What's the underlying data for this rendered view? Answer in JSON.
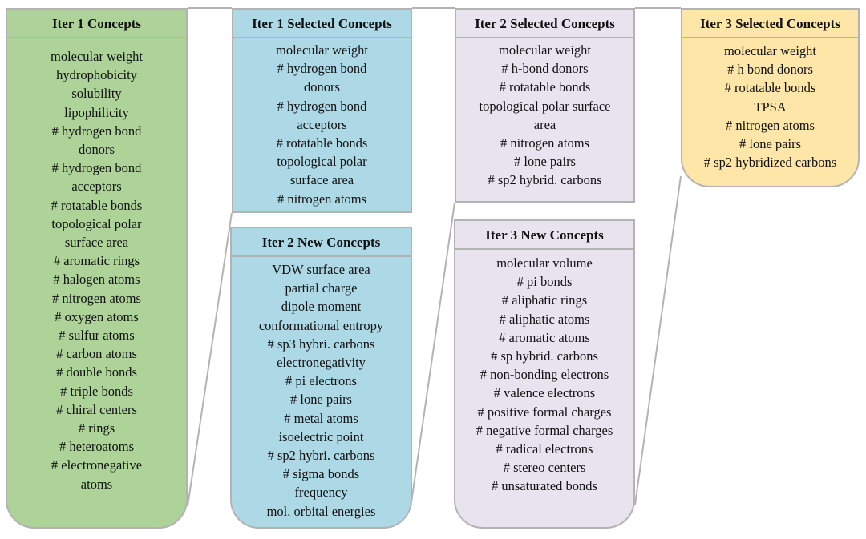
{
  "colors": {
    "iter1": "#add398",
    "iter2": "#add9e6",
    "iter3": "#e9e3ef",
    "final": "#fde6a8",
    "border": "#b3b3b3"
  },
  "iter1_concepts": {
    "title": "Iter 1 Concepts",
    "items": [
      "molecular weight",
      "hydrophobicity",
      "solubility",
      "lipophilicity",
      "# hydrogen bond",
      "donors",
      "# hydrogen bond",
      "acceptors",
      "# rotatable bonds",
      "topological polar",
      "surface area",
      "# aromatic rings",
      "# halogen atoms",
      "# nitrogen atoms",
      "# oxygen atoms",
      "# sulfur atoms",
      "# carbon atoms",
      "# double bonds",
      "# triple bonds",
      "# chiral centers",
      "# rings",
      "# heteroatoms",
      "# electronegative",
      "atoms"
    ]
  },
  "iter1_selected": {
    "title": "Iter 1 Selected Concepts",
    "items": [
      "molecular weight",
      "# hydrogen bond",
      "donors",
      "# hydrogen bond",
      "acceptors",
      "# rotatable bonds",
      "topological polar",
      "surface area",
      "# nitrogen atoms"
    ]
  },
  "iter2_new": {
    "title": "Iter 2 New Concepts",
    "items": [
      "VDW surface area",
      "partial charge",
      "dipole moment",
      "conformational entropy",
      "# sp3 hybri. carbons",
      "electronegativity",
      "# pi electrons",
      "# lone pairs",
      "# metal atoms",
      "isoelectric point",
      "# sp2 hybri. carbons",
      "# sigma bonds",
      "frequency",
      "mol. orbital energies"
    ]
  },
  "iter2_selected": {
    "title": "Iter 2 Selected Concepts",
    "items": [
      "molecular weight",
      "# h-bond donors",
      "# rotatable bonds",
      "topological polar surface",
      "area",
      "# nitrogen atoms",
      "# lone pairs",
      "# sp2 hybrid. carbons"
    ]
  },
  "iter3_new": {
    "title": "Iter 3 New Concepts",
    "items": [
      "molecular volume",
      "# pi bonds",
      "# aliphatic rings",
      "# aliphatic atoms",
      "# aromatic atoms",
      "# sp hybrid. carbons",
      "# non-bonding electrons",
      "# valence electrons",
      "# positive formal charges",
      "# negative formal charges",
      "# radical electrons",
      "# stereo centers",
      "# unsaturated bonds"
    ]
  },
  "iter3_selected": {
    "title": "Iter 3 Selected Concepts",
    "items": [
      "molecular weight",
      "# h bond donors",
      "# rotatable bonds",
      "TPSA",
      "# nitrogen atoms",
      "# lone pairs",
      "# sp2 hybridized carbons"
    ]
  }
}
